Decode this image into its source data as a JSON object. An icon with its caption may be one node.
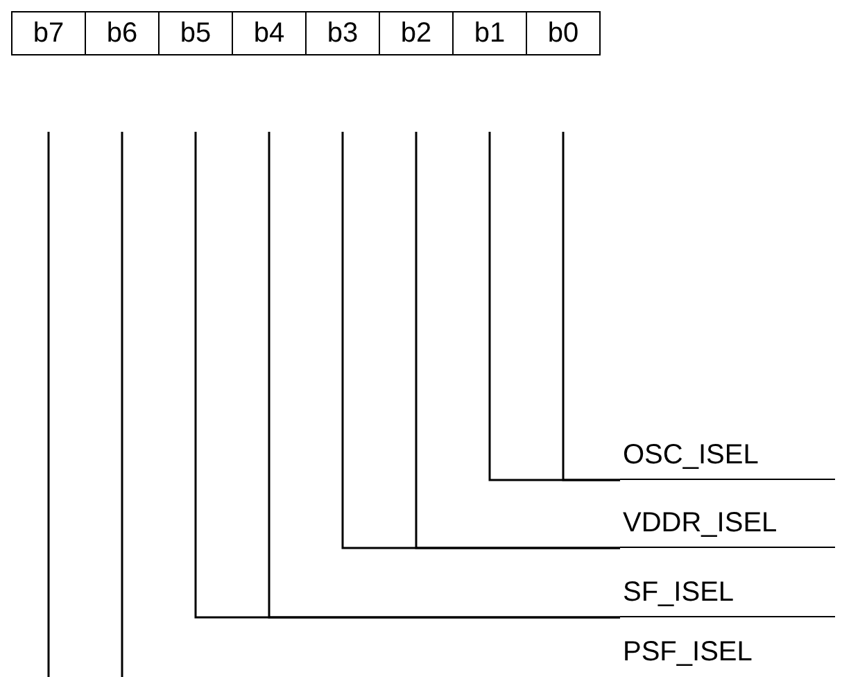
{
  "diagram": {
    "nodes": [
      {
        "text": [
          "b7"
        ]
      },
      {
        "text": [
          "b6"
        ]
      },
      {
        "text": [
          "b5"
        ]
      },
      {
        "text": [
          "b4"
        ]
      },
      {
        "text": [
          "b3"
        ]
      },
      {
        "text": [
          "b2"
        ]
      },
      {
        "text": [
          "b1"
        ]
      },
      {
        "text": [
          "b0"
        ]
      },
      {
        "text": [
          "OSC_ISEL"
        ]
      },
      {
        "text": [
          "VDDR_ISEL"
        ]
      },
      {
        "text": [
          "SF_ISEL"
        ]
      }
    ],
    "edges": [
      {
        "from": 0,
        "to": null,
        "arrow": "none"
      },
      {
        "from": 1,
        "to": null,
        "arrow": "none"
      },
      {
        "from": 2,
        "to": 10,
        "arrow": "none"
      },
      {
        "from": 3,
        "to": 10,
        "arrow": "none"
      },
      {
        "from": 4,
        "to": 9,
        "arrow": "none"
      },
      {
        "from": 5,
        "to": 9,
        "arrow": "none"
      },
      {
        "from": 6,
        "to": 8,
        "arrow": "none"
      },
      {
        "from": 7,
        "to": 8,
        "arrow": "none"
      }
    ],
    "labels": [
      "PSF_ISEL"
    ]
  }
}
